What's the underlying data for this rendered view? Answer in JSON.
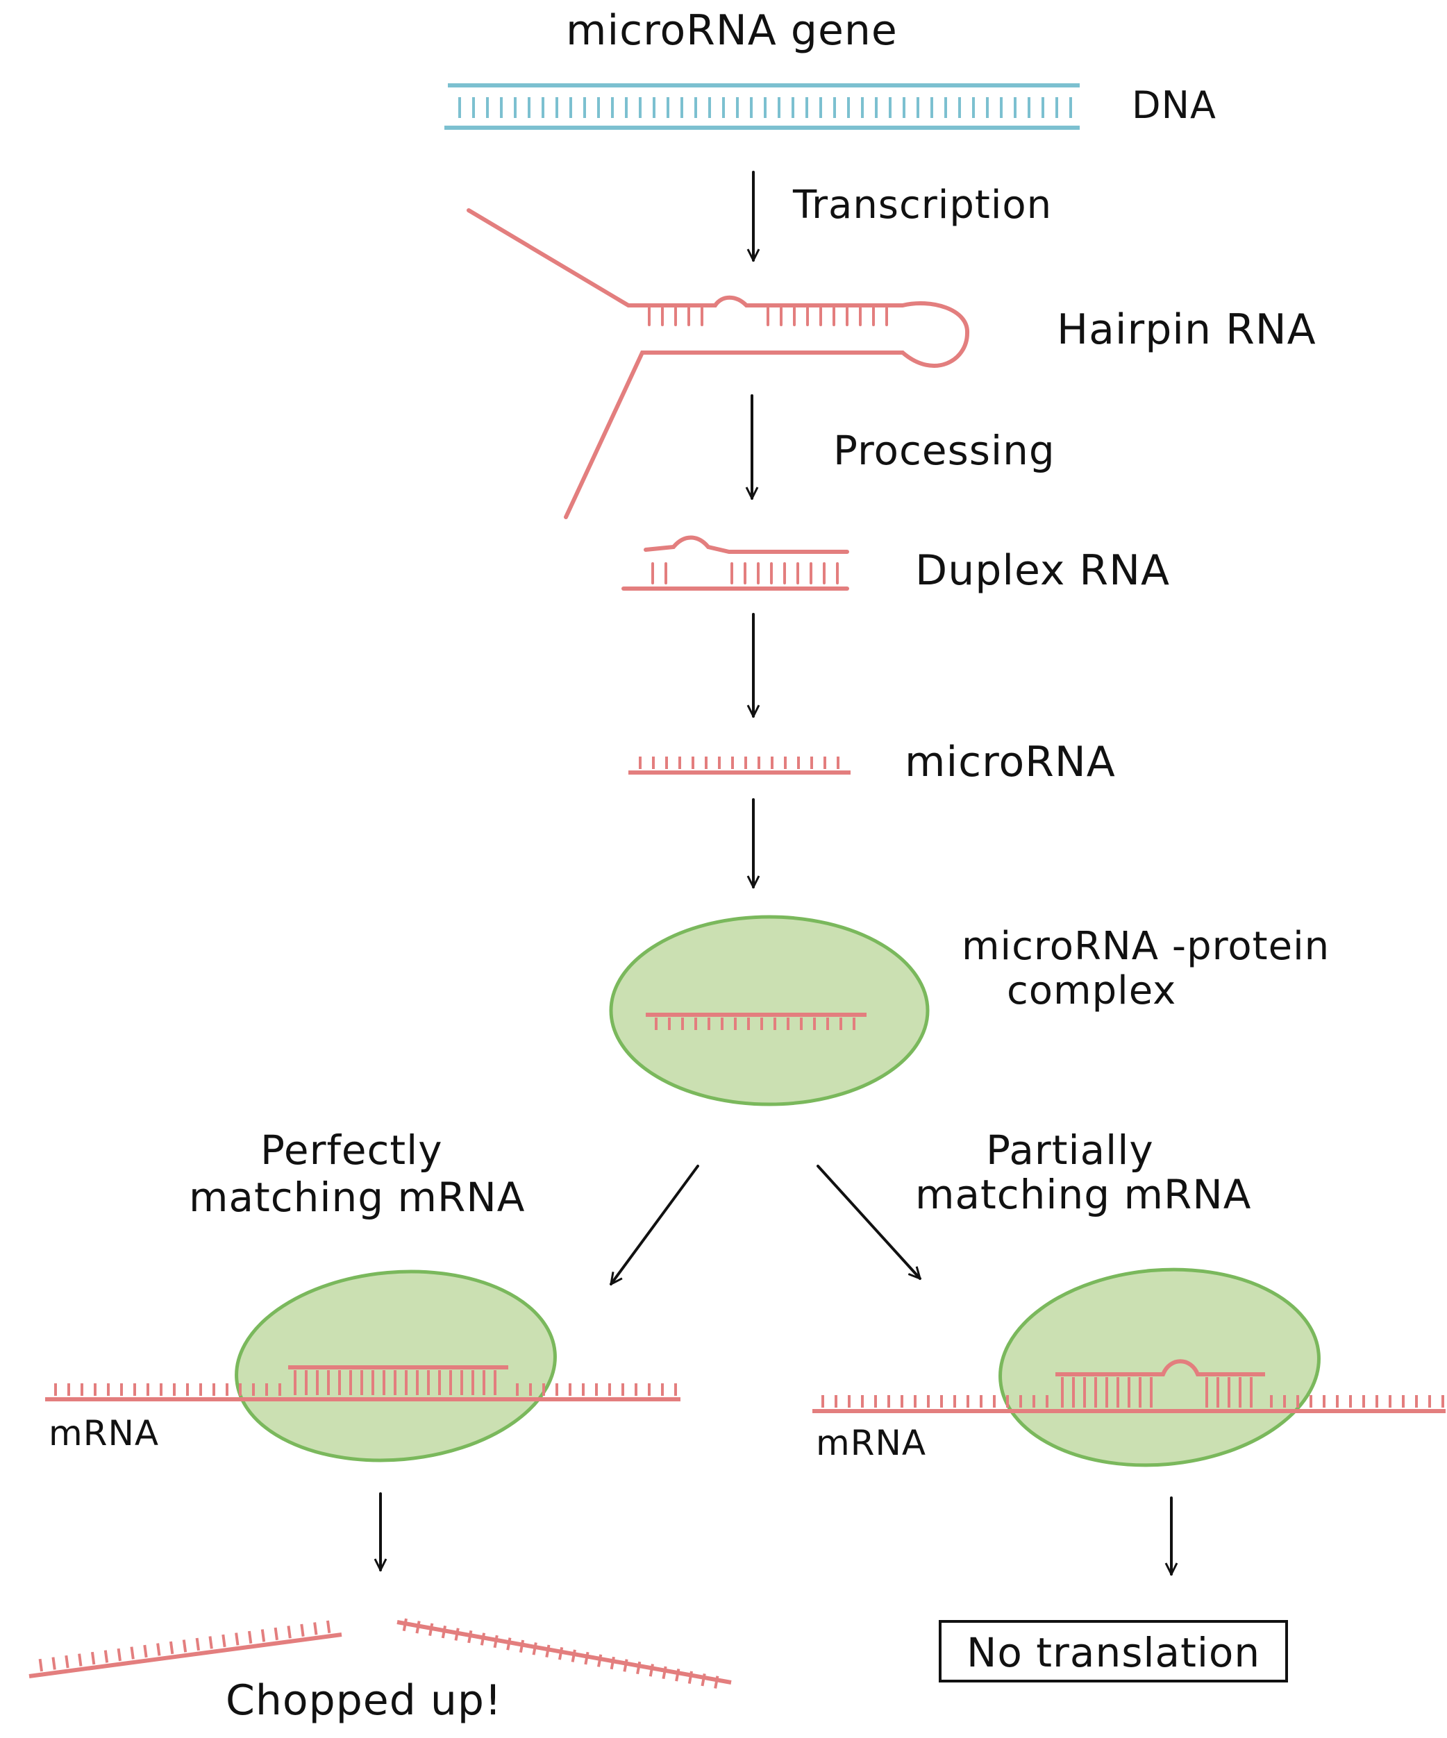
{
  "colors": {
    "dna": "#7cc0d0",
    "rna": "#e37e7e",
    "complex_fill": "#cbe0b2",
    "complex_stroke": "#7ab85c",
    "arrow": "#111111"
  },
  "labels": {
    "gene": "microRNA gene",
    "dna": "DNA",
    "transcription": "Transcription",
    "hairpin": "Hairpin RNA",
    "processing": "Processing",
    "duplex": "Duplex RNA",
    "microrna": "microRNA",
    "complex_line1": "microRNA -protein",
    "complex_line2": "complex",
    "perfect_line1": "Perfectly",
    "perfect_line2": "matching mRNA",
    "partial_line1": "Partially",
    "partial_line2": "matching mRNA",
    "mrna_left": "mRNA",
    "mrna_right": "mRNA",
    "chopped": "Chopped up!",
    "no_translation": "No translation"
  }
}
